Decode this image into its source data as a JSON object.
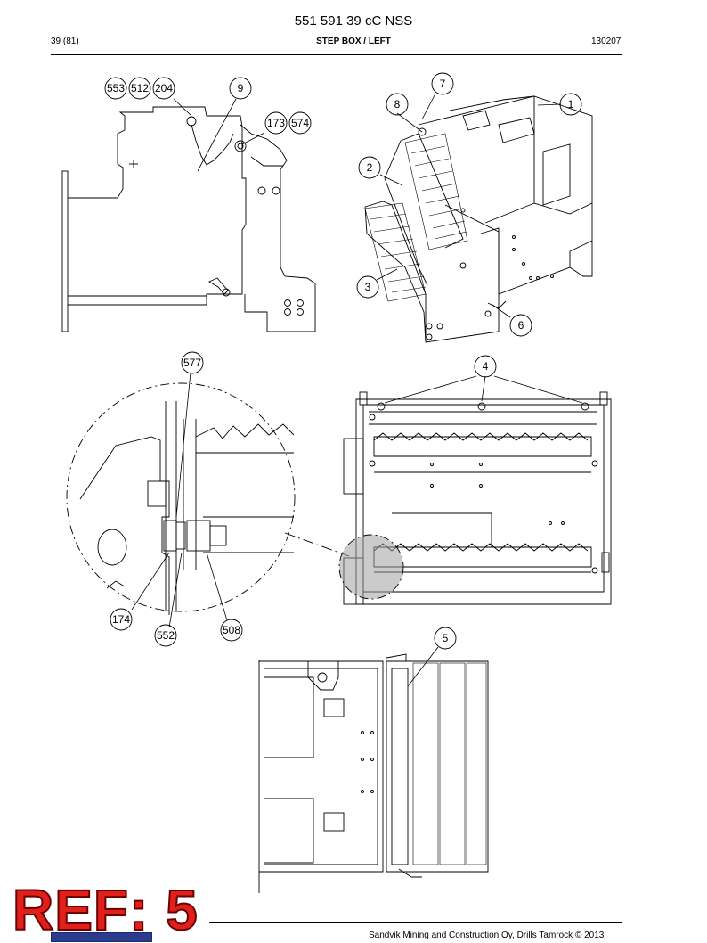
{
  "header": {
    "doc_number": "551 591 39 cC NSS",
    "page": "39 (81)",
    "section": "STEP BOX / LEFT",
    "date": "130207"
  },
  "callouts": {
    "c553": "553",
    "c512": "512",
    "c204": "204",
    "c9": "9",
    "c173": "173",
    "c574": "574",
    "c7": "7",
    "c8": "8",
    "c1": "1",
    "c2": "2",
    "c3": "3",
    "c6": "6",
    "c577": "577",
    "c4": "4",
    "c174": "174",
    "c552": "552",
    "c508": "508",
    "c5": "5"
  },
  "stamp": {
    "text": "REF: 5"
  },
  "footer": {
    "text": "Sandvik Mining and Construction Oy, Drills Tamrock © 2013"
  }
}
